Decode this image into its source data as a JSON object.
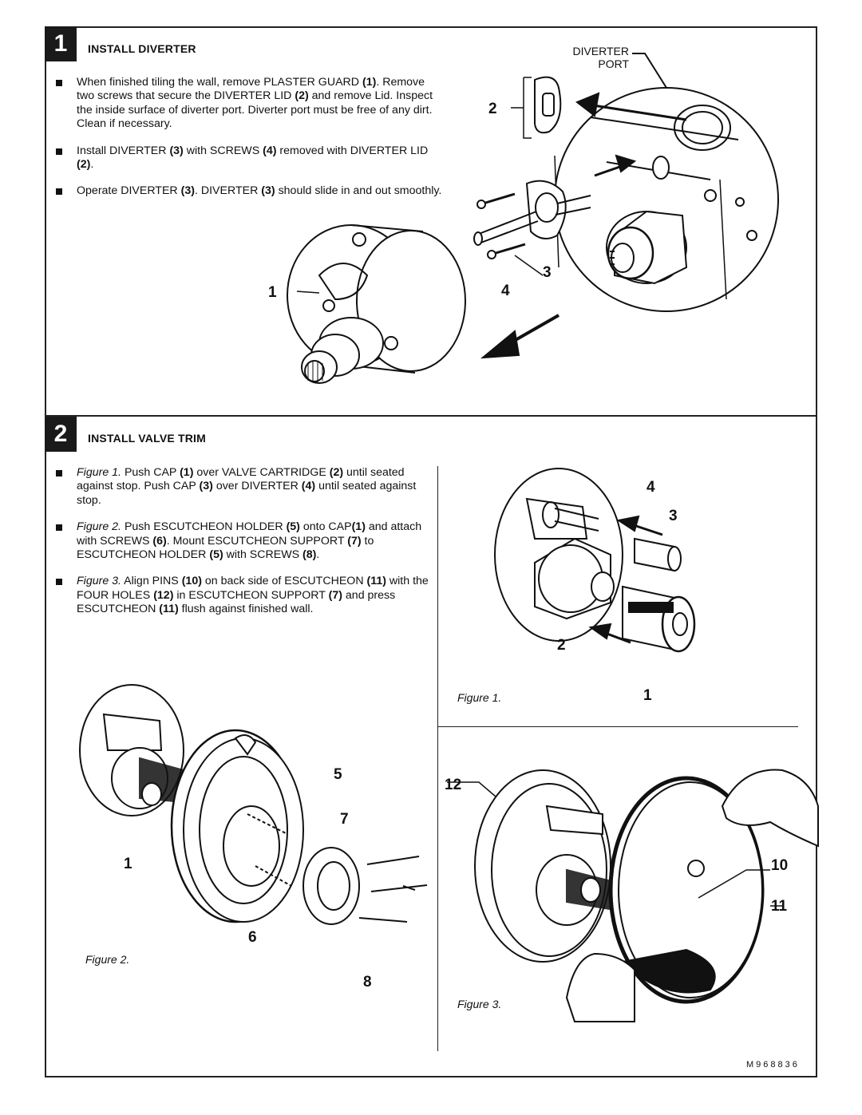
{
  "step1": {
    "number": "1",
    "heading": "INSTALL DIVERTER",
    "bullets": [
      [
        [
          "t",
          "When finished tiling the wall, remove PLASTER GUARD "
        ],
        [
          "b",
          "(1)"
        ],
        [
          "t",
          ". Remove two screws that secure the DIVERTER LID "
        ],
        [
          "b",
          "(2)"
        ],
        [
          "t",
          " and remove Lid. Inspect the inside surface of diverter port. Diverter port must be free of any dirt. Clean if necessary."
        ]
      ],
      [
        [
          "t",
          "Install DIVERTER "
        ],
        [
          "b",
          "(3)"
        ],
        [
          "t",
          " with SCREWS "
        ],
        [
          "b",
          "(4)"
        ],
        [
          "t",
          " removed with DIVERTER LID "
        ],
        [
          "b",
          "(2)"
        ],
        [
          "t",
          "."
        ]
      ],
      [
        [
          "t",
          "Operate DIVERTER "
        ],
        [
          "b",
          "(3)"
        ],
        [
          "t",
          ". DIVERTER "
        ],
        [
          "b",
          "(3)"
        ],
        [
          "t",
          " should slide in and out smoothly."
        ]
      ]
    ],
    "diverter_port_label": "DIVERTER\nPORT",
    "callouts": {
      "c1": "1",
      "c2": "2",
      "c3": "3",
      "c4": "4"
    }
  },
  "step2": {
    "number": "2",
    "heading": "INSTALL VALVE TRIM",
    "bullets": [
      [
        [
          "i",
          "Figure 1."
        ],
        [
          "t",
          " Push CAP "
        ],
        [
          "b",
          "(1)"
        ],
        [
          "t",
          " over VALVE CARTRIDGE "
        ],
        [
          "b",
          "(2)"
        ],
        [
          "t",
          " until seated against stop. Push CAP "
        ],
        [
          "b",
          "(3)"
        ],
        [
          "t",
          " over DIVERTER "
        ],
        [
          "b",
          "(4)"
        ],
        [
          "t",
          " until seated against stop."
        ]
      ],
      [
        [
          "i",
          "Figure 2."
        ],
        [
          "t",
          " Push ESCUTCHEON HOLDER "
        ],
        [
          "b",
          "(5)"
        ],
        [
          "t",
          " onto CAP"
        ],
        [
          "b",
          "(1)"
        ],
        [
          "t",
          " and attach with SCREWS "
        ],
        [
          "b",
          "(6)"
        ],
        [
          "t",
          ". Mount ESCUTCHEON SUPPORT "
        ],
        [
          "b",
          "(7)"
        ],
        [
          "t",
          " to ESCUTCHEON HOLDER "
        ],
        [
          "b",
          "(5)"
        ],
        [
          "t",
          " with SCREWS "
        ],
        [
          "b",
          "(8)"
        ],
        [
          "t",
          "."
        ]
      ],
      [
        [
          "i",
          "Figure 3."
        ],
        [
          "t",
          " Align PINS "
        ],
        [
          "b",
          "(10)"
        ],
        [
          "t",
          " on back side of ESCUTCHEON "
        ],
        [
          "b",
          "(11)"
        ],
        [
          "t",
          " with the FOUR HOLES "
        ],
        [
          "b",
          "(12)"
        ],
        [
          "t",
          " in ESCUTCHEON SUPPORT "
        ],
        [
          "b",
          "(7)"
        ],
        [
          "t",
          " and press ESCUTCHEON "
        ],
        [
          "b",
          "(11)"
        ],
        [
          "t",
          " flush against finished wall."
        ]
      ]
    ],
    "figure1": {
      "caption": "Figure 1.",
      "c1": "1",
      "c2": "2",
      "c3": "3",
      "c4": "4"
    },
    "figure2": {
      "caption": "Figure 2.",
      "c1": "1",
      "c5": "5",
      "c6": "6",
      "c7": "7",
      "c8": "8"
    },
    "figure3": {
      "caption": "Figure 3.",
      "c10": "10",
      "c11": "11",
      "c12": "12"
    }
  },
  "doc_code": "M968836"
}
